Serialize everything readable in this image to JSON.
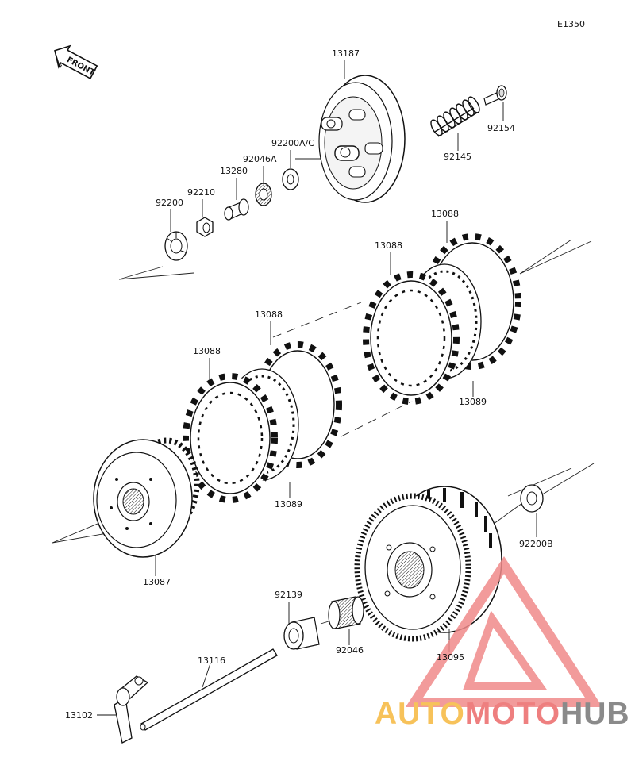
{
  "diagram_code": "E1350",
  "front_label": "FRONT",
  "parts": [
    {
      "id": "p13187",
      "number": "13187"
    },
    {
      "id": "p92154",
      "number": "92154"
    },
    {
      "id": "p92145",
      "number": "92145"
    },
    {
      "id": "p92200ac",
      "number": "92200A/C"
    },
    {
      "id": "p92046a",
      "number": "92046A"
    },
    {
      "id": "p13280",
      "number": "13280"
    },
    {
      "id": "p92210",
      "number": "92210"
    },
    {
      "id": "p92200",
      "number": "92200"
    },
    {
      "id": "p13088a",
      "number": "13088"
    },
    {
      "id": "p13088b",
      "number": "13088"
    },
    {
      "id": "p13088c",
      "number": "13088"
    },
    {
      "id": "p13088d",
      "number": "13088"
    },
    {
      "id": "p13089a",
      "number": "13089"
    },
    {
      "id": "p13089b",
      "number": "13089"
    },
    {
      "id": "p13087",
      "number": "13087"
    },
    {
      "id": "p92200b",
      "number": "92200B"
    },
    {
      "id": "p92139",
      "number": "92139"
    },
    {
      "id": "p92046",
      "number": "92046"
    },
    {
      "id": "p13095",
      "number": "13095"
    },
    {
      "id": "p13116",
      "number": "13116"
    },
    {
      "id": "p13102",
      "number": "13102"
    }
  ],
  "watermark": {
    "part1": "AUTO",
    "part2": "MOTO",
    "part3": "HUB",
    "colors": {
      "auto": "#f7c25a",
      "moto": "#ee7f7f",
      "hub": "#8a8a8a",
      "triangle": "#f08a8a"
    }
  }
}
